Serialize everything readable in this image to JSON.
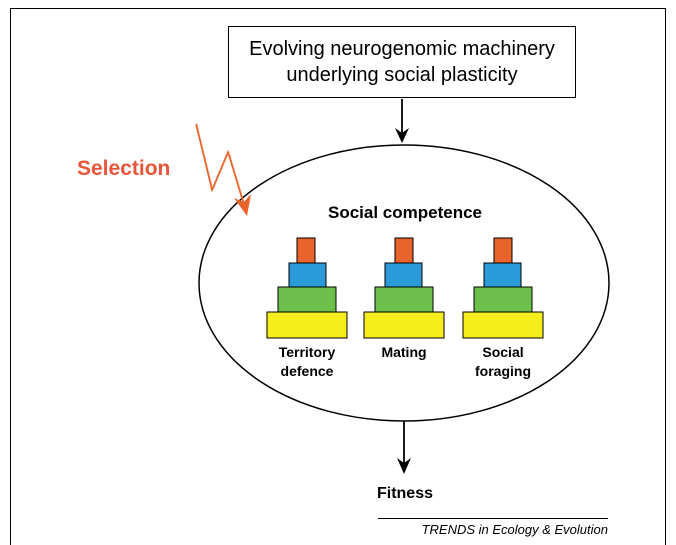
{
  "top_box": {
    "line1": "Evolving neurogenomic machinery",
    "line2": "underlying social plasticity"
  },
  "selection_label": "Selection",
  "social_competence": {
    "title": "Social competence",
    "pedestals": [
      {
        "line1": "Territory",
        "line2": "defence"
      },
      {
        "line1": "Mating",
        "line2": ""
      },
      {
        "line1": "Social",
        "line2": "foraging"
      }
    ]
  },
  "fitness_label": "Fitness",
  "credit": "TRENDS in Ecology & Evolution",
  "colors": {
    "tier_top": "#e8642a",
    "tier_second": "#2a9ad8",
    "tier_third": "#6cbf4a",
    "tier_base": "#f5ee1c",
    "selection_accent": "#e8553b"
  }
}
